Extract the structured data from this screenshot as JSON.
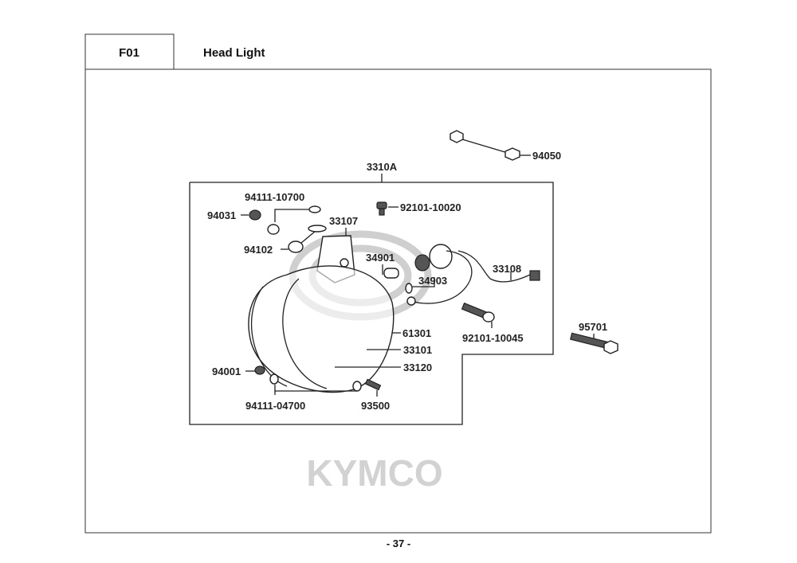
{
  "header": {
    "section_code": "F01",
    "title": "Head Light"
  },
  "watermark": "KYMCO",
  "diagram": {
    "assembly_label": "3310A",
    "parts": [
      {
        "id": "94050"
      },
      {
        "id": "94111-10700"
      },
      {
        "id": "94031"
      },
      {
        "id": "92101-10020"
      },
      {
        "id": "33107"
      },
      {
        "id": "94102"
      },
      {
        "id": "34901"
      },
      {
        "id": "34903"
      },
      {
        "id": "33108"
      },
      {
        "id": "61301"
      },
      {
        "id": "92101-10045"
      },
      {
        "id": "95701"
      },
      {
        "id": "33101"
      },
      {
        "id": "33120"
      },
      {
        "id": "94001"
      },
      {
        "id": "94111-04700"
      },
      {
        "id": "93500"
      }
    ]
  },
  "footer": {
    "page_number": "- 37 -"
  }
}
